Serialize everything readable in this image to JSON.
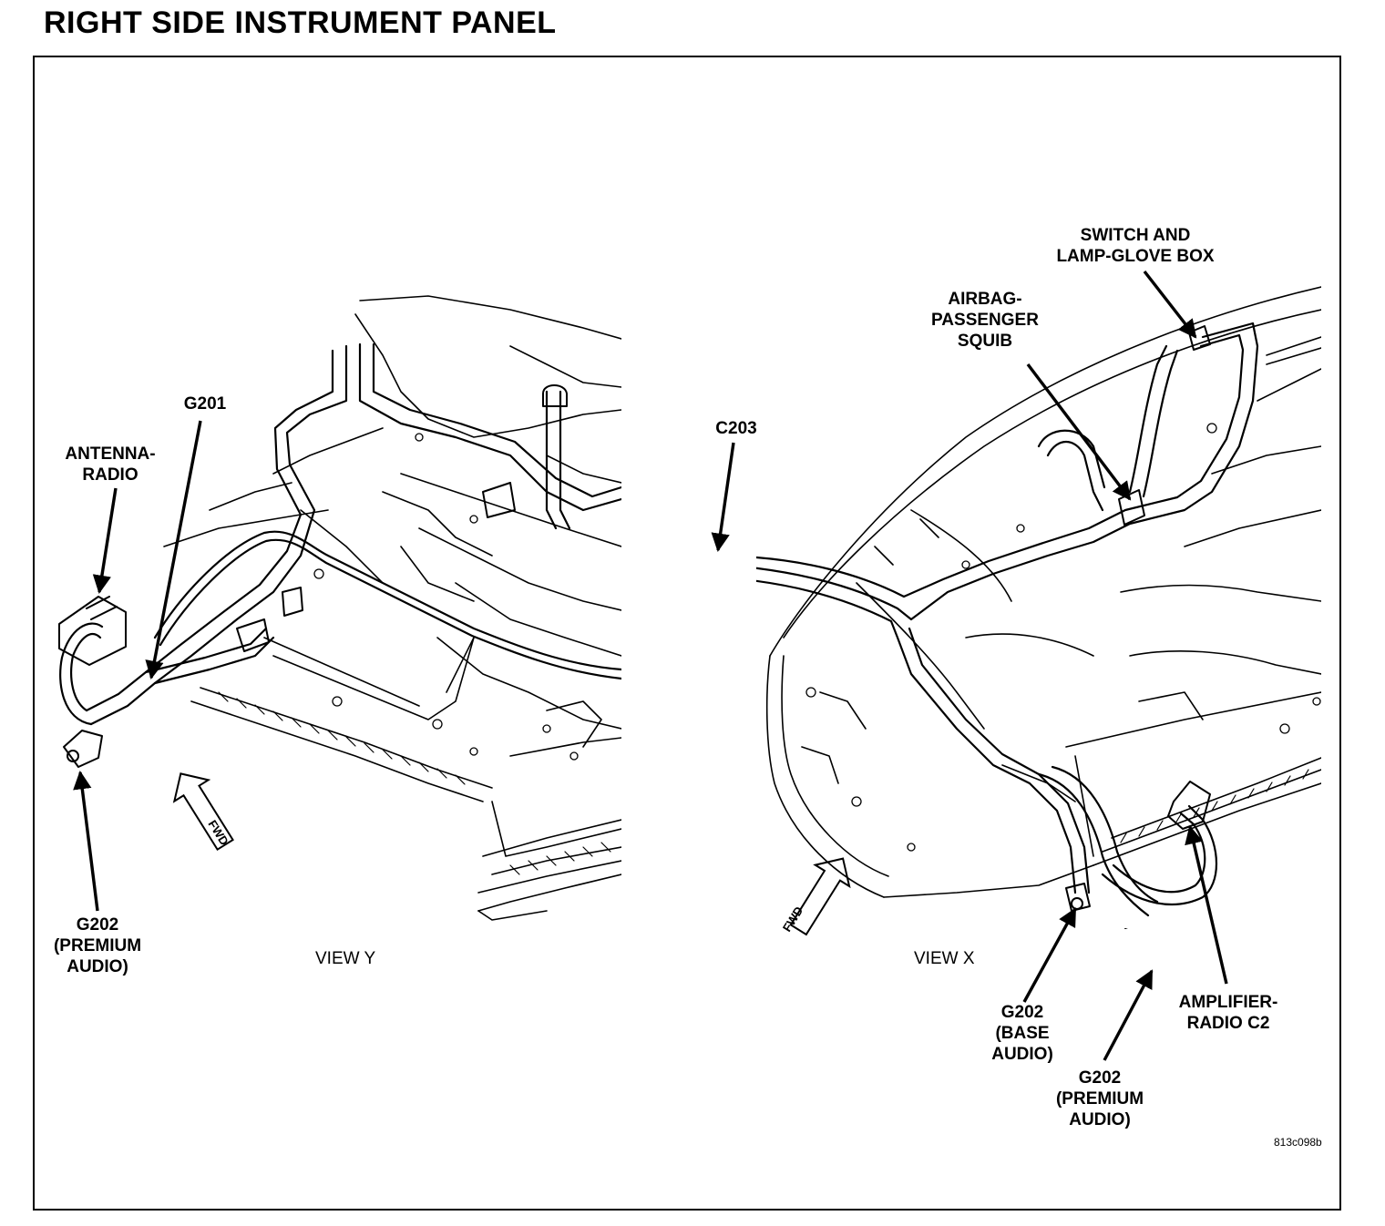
{
  "title": "RIGHT SIDE INSTRUMENT PANEL",
  "labels": {
    "antenna_radio": "ANTENNA-\nRADIO",
    "g201": "G201",
    "g202_premium_left": "G202\n(PREMIUM\nAUDIO)",
    "c203": "C203",
    "airbag_passenger_squib": "AIRBAG-\nPASSENGER\nSQUIB",
    "switch_lamp_glove_box": "SWITCH AND\nLAMP-GLOVE BOX",
    "g202_base": "G202\n(BASE\nAUDIO)",
    "g202_premium_right": "G202\n(PREMIUM\nAUDIO)",
    "amplifier_radio_c2": "AMPLIFIER-\nRADIO C2"
  },
  "views": {
    "left": "VIEW Y",
    "right": "VIEW X"
  },
  "fwd_label": "FWD",
  "figure_ref": "813c098b"
}
